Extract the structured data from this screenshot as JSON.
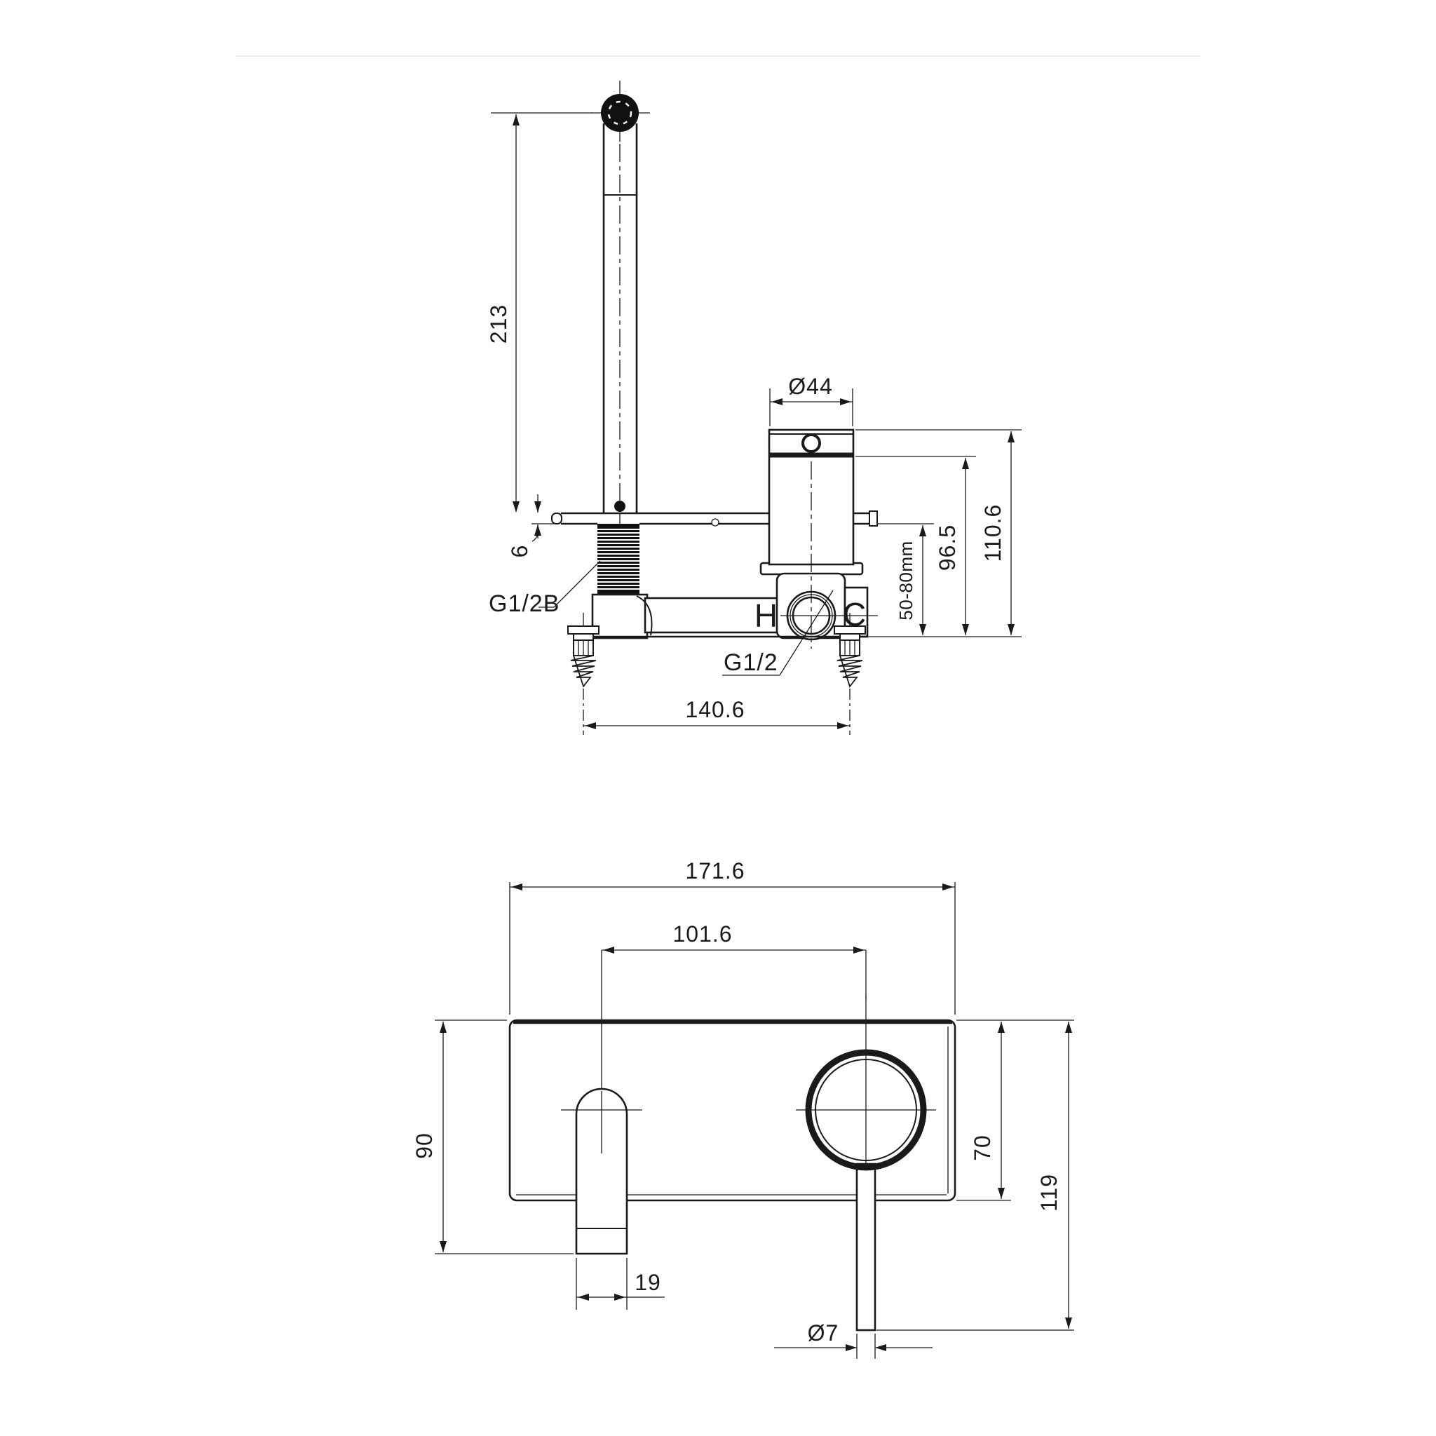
{
  "side_view": {
    "spout_length": "213",
    "plate_thickness": "6",
    "handle_diameter": "Ø44",
    "overall_depth": "110.6",
    "body_depth": "96.5",
    "wall_mount_range": "50-80mm",
    "inlet_thread": "G1/2B",
    "hot_marker": "H",
    "cold_marker": "C",
    "outlet_thread": "G1/2",
    "screw_spacing": "140.6"
  },
  "front_view": {
    "plate_width": "171.6",
    "centre_distance": "101.6",
    "spout_drop": "90",
    "plate_height": "70",
    "overall_height": "119",
    "spout_outlet_width": "19",
    "lever_diameter": "Ø7"
  }
}
